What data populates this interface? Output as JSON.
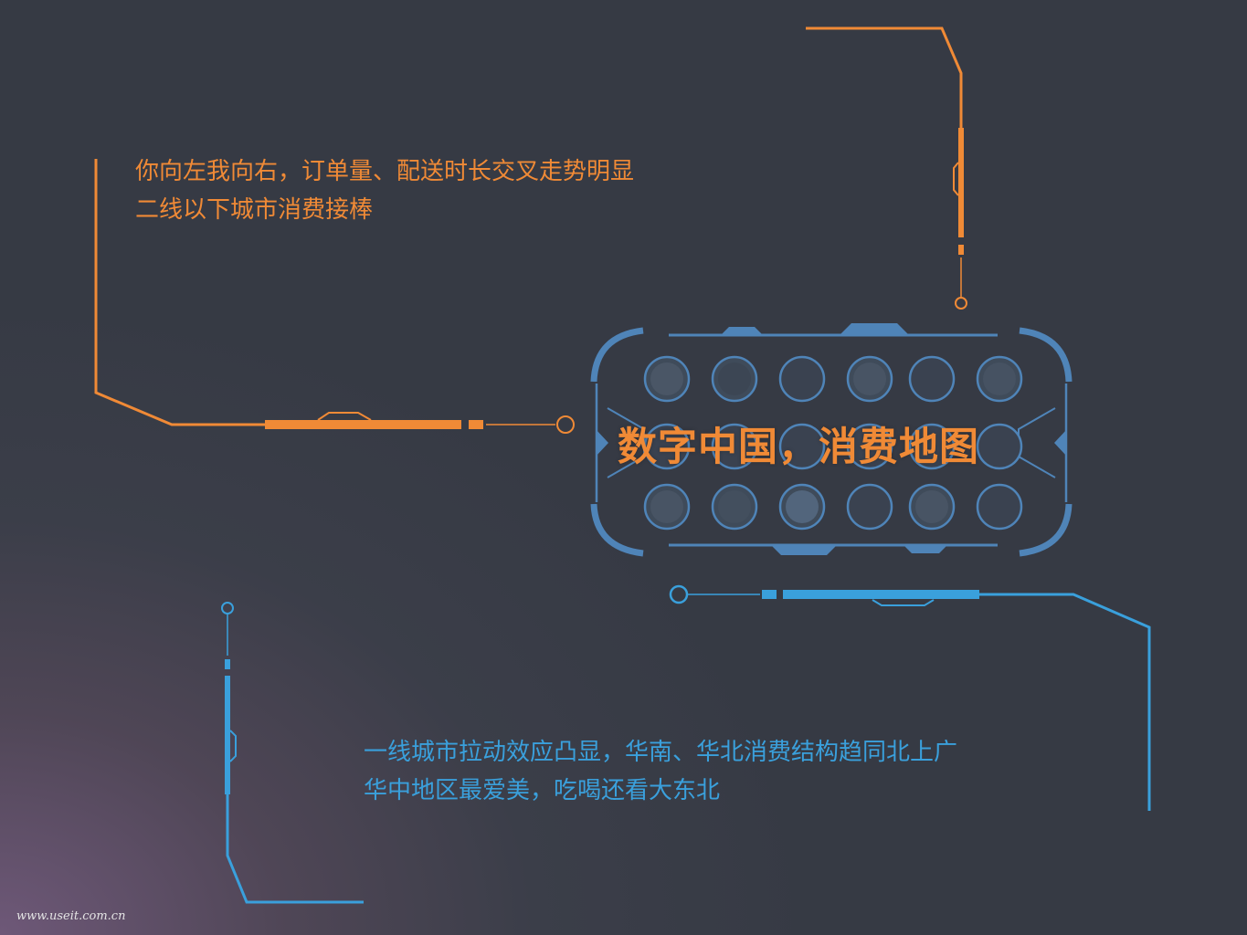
{
  "colors": {
    "orange": "#f08a36",
    "blue": "#3aa0dc",
    "frame_blue": "#4f84b8",
    "dot_fill": "#3c4858",
    "dot_stroke": "#4f84b8"
  },
  "title": "数字中国，消费地图",
  "orange_callout": {
    "lines": [
      "你向左我向右，订单量、配送时长交叉走势明显",
      "二线以下城市消费接棒"
    ]
  },
  "blue_callout": {
    "lines": [
      "一线城市拉动效应凸显，华南、华北消费结构趋同北上广",
      "华中地区最爱美，吃喝还看大东北"
    ]
  },
  "watermark": "www.useit.com.cn"
}
